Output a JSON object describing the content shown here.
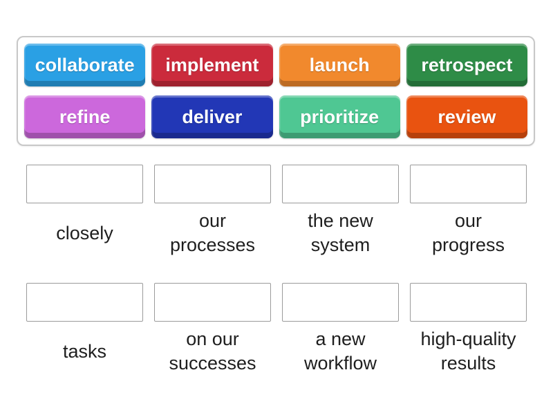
{
  "word_bank": {
    "tiles": [
      {
        "label": "collaborate",
        "color": "#2aa0e4"
      },
      {
        "label": "implement",
        "color": "#cb2b3c"
      },
      {
        "label": "launch",
        "color": "#f1892d"
      },
      {
        "label": "retrospect",
        "color": "#2e8c47"
      },
      {
        "label": "refine",
        "color": "#cc68dc"
      },
      {
        "label": "deliver",
        "color": "#2237b6"
      },
      {
        "label": "prioritize",
        "color": "#4fc793"
      },
      {
        "label": "review",
        "color": "#e95310"
      }
    ],
    "panel_border_color": "#c8c8c8"
  },
  "answers": [
    {
      "label": "closely"
    },
    {
      "label": "our\nprocesses"
    },
    {
      "label": "the new\nsystem"
    },
    {
      "label": "our\nprogress"
    },
    {
      "label": "tasks"
    },
    {
      "label": "on our\nsuccesses"
    },
    {
      "label": "a new\nworkflow"
    },
    {
      "label": "high-quality\nresults"
    }
  ]
}
